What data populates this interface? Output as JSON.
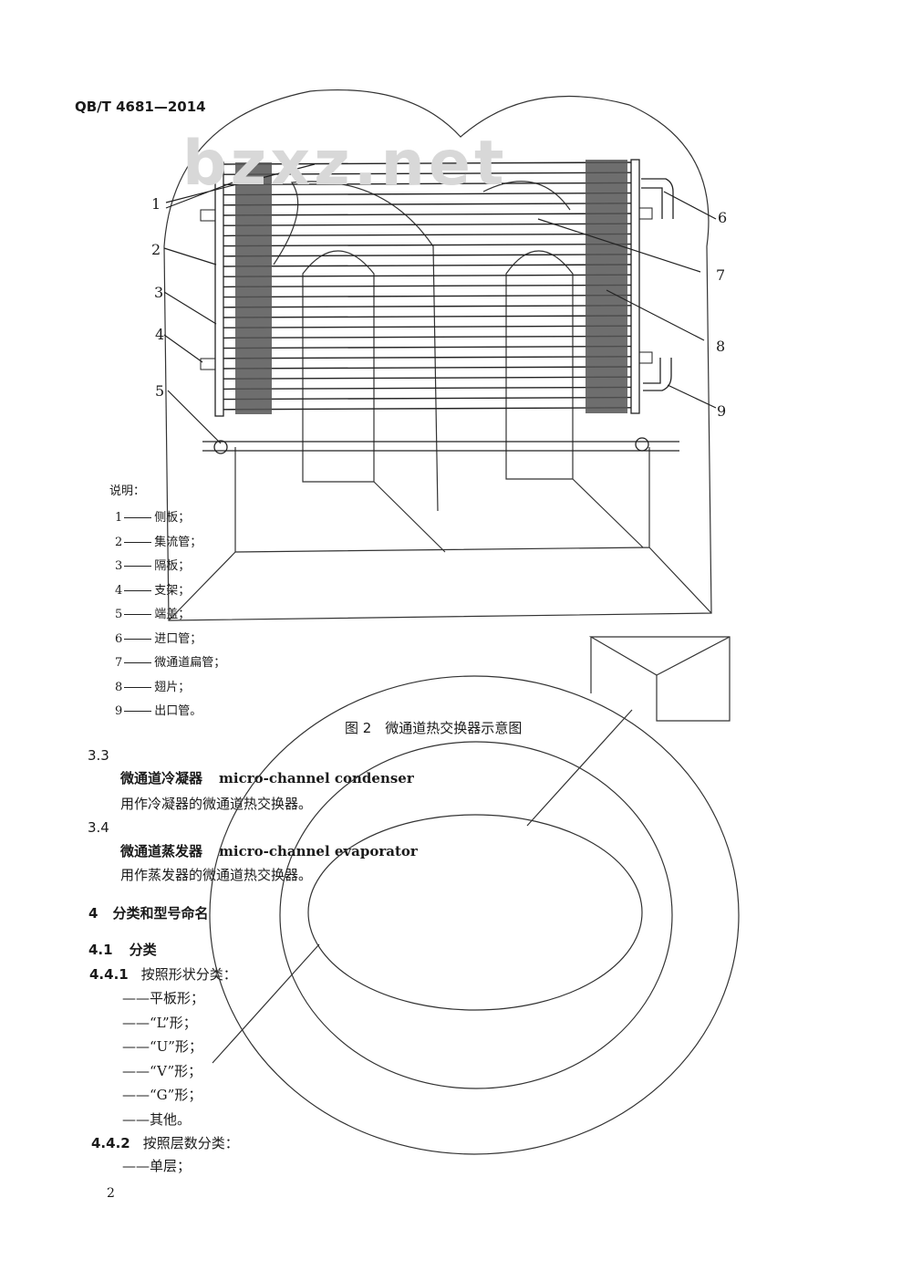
{
  "header": {
    "standard_number": "QB/T 4681—2014"
  },
  "watermark": "bzxz.net",
  "figure": {
    "callouts": [
      "1",
      "2",
      "3",
      "4",
      "5",
      "6",
      "7",
      "8",
      "9"
    ],
    "legend_title": "说明：",
    "legend": [
      {
        "num": "1",
        "text": "侧板；"
      },
      {
        "num": "2",
        "text": "集流管；"
      },
      {
        "num": "3",
        "text": "隔板；"
      },
      {
        "num": "4",
        "text": "支架；"
      },
      {
        "num": "5",
        "text": "端盖；"
      },
      {
        "num": "6",
        "text": "进口管；"
      },
      {
        "num": "7",
        "text": "微通道扁管；"
      },
      {
        "num": "8",
        "text": "翅片；"
      },
      {
        "num": "9",
        "text": "出口管。"
      }
    ],
    "caption": "图 2　微通道热交换器示意图"
  },
  "sections": {
    "s33": {
      "number": "3.3",
      "term_cn": "微通道冷凝器",
      "term_en": "micro-channel condenser",
      "definition": "用作冷凝器的微通道热交换器。"
    },
    "s34": {
      "number": "3.4",
      "term_cn": "微通道蒸发器",
      "term_en": "micro-channel evaporator",
      "definition": "用作蒸发器的微通道热交换器。"
    },
    "s4": {
      "number": "4",
      "title": "分类和型号命名"
    },
    "s41": {
      "number": "4.1",
      "title": "分类"
    },
    "s441": {
      "number": "4.4.1",
      "title": "按照形状分类：",
      "items": [
        "——平板形；",
        "——“L”形；",
        "——“U”形；",
        "——“V”形；",
        "——“G”形；",
        "——其他。"
      ]
    },
    "s442": {
      "number": "4.4.2",
      "title": "按照层数分类：",
      "items": [
        "——单层；"
      ]
    }
  },
  "footer": {
    "page_number": "2"
  }
}
